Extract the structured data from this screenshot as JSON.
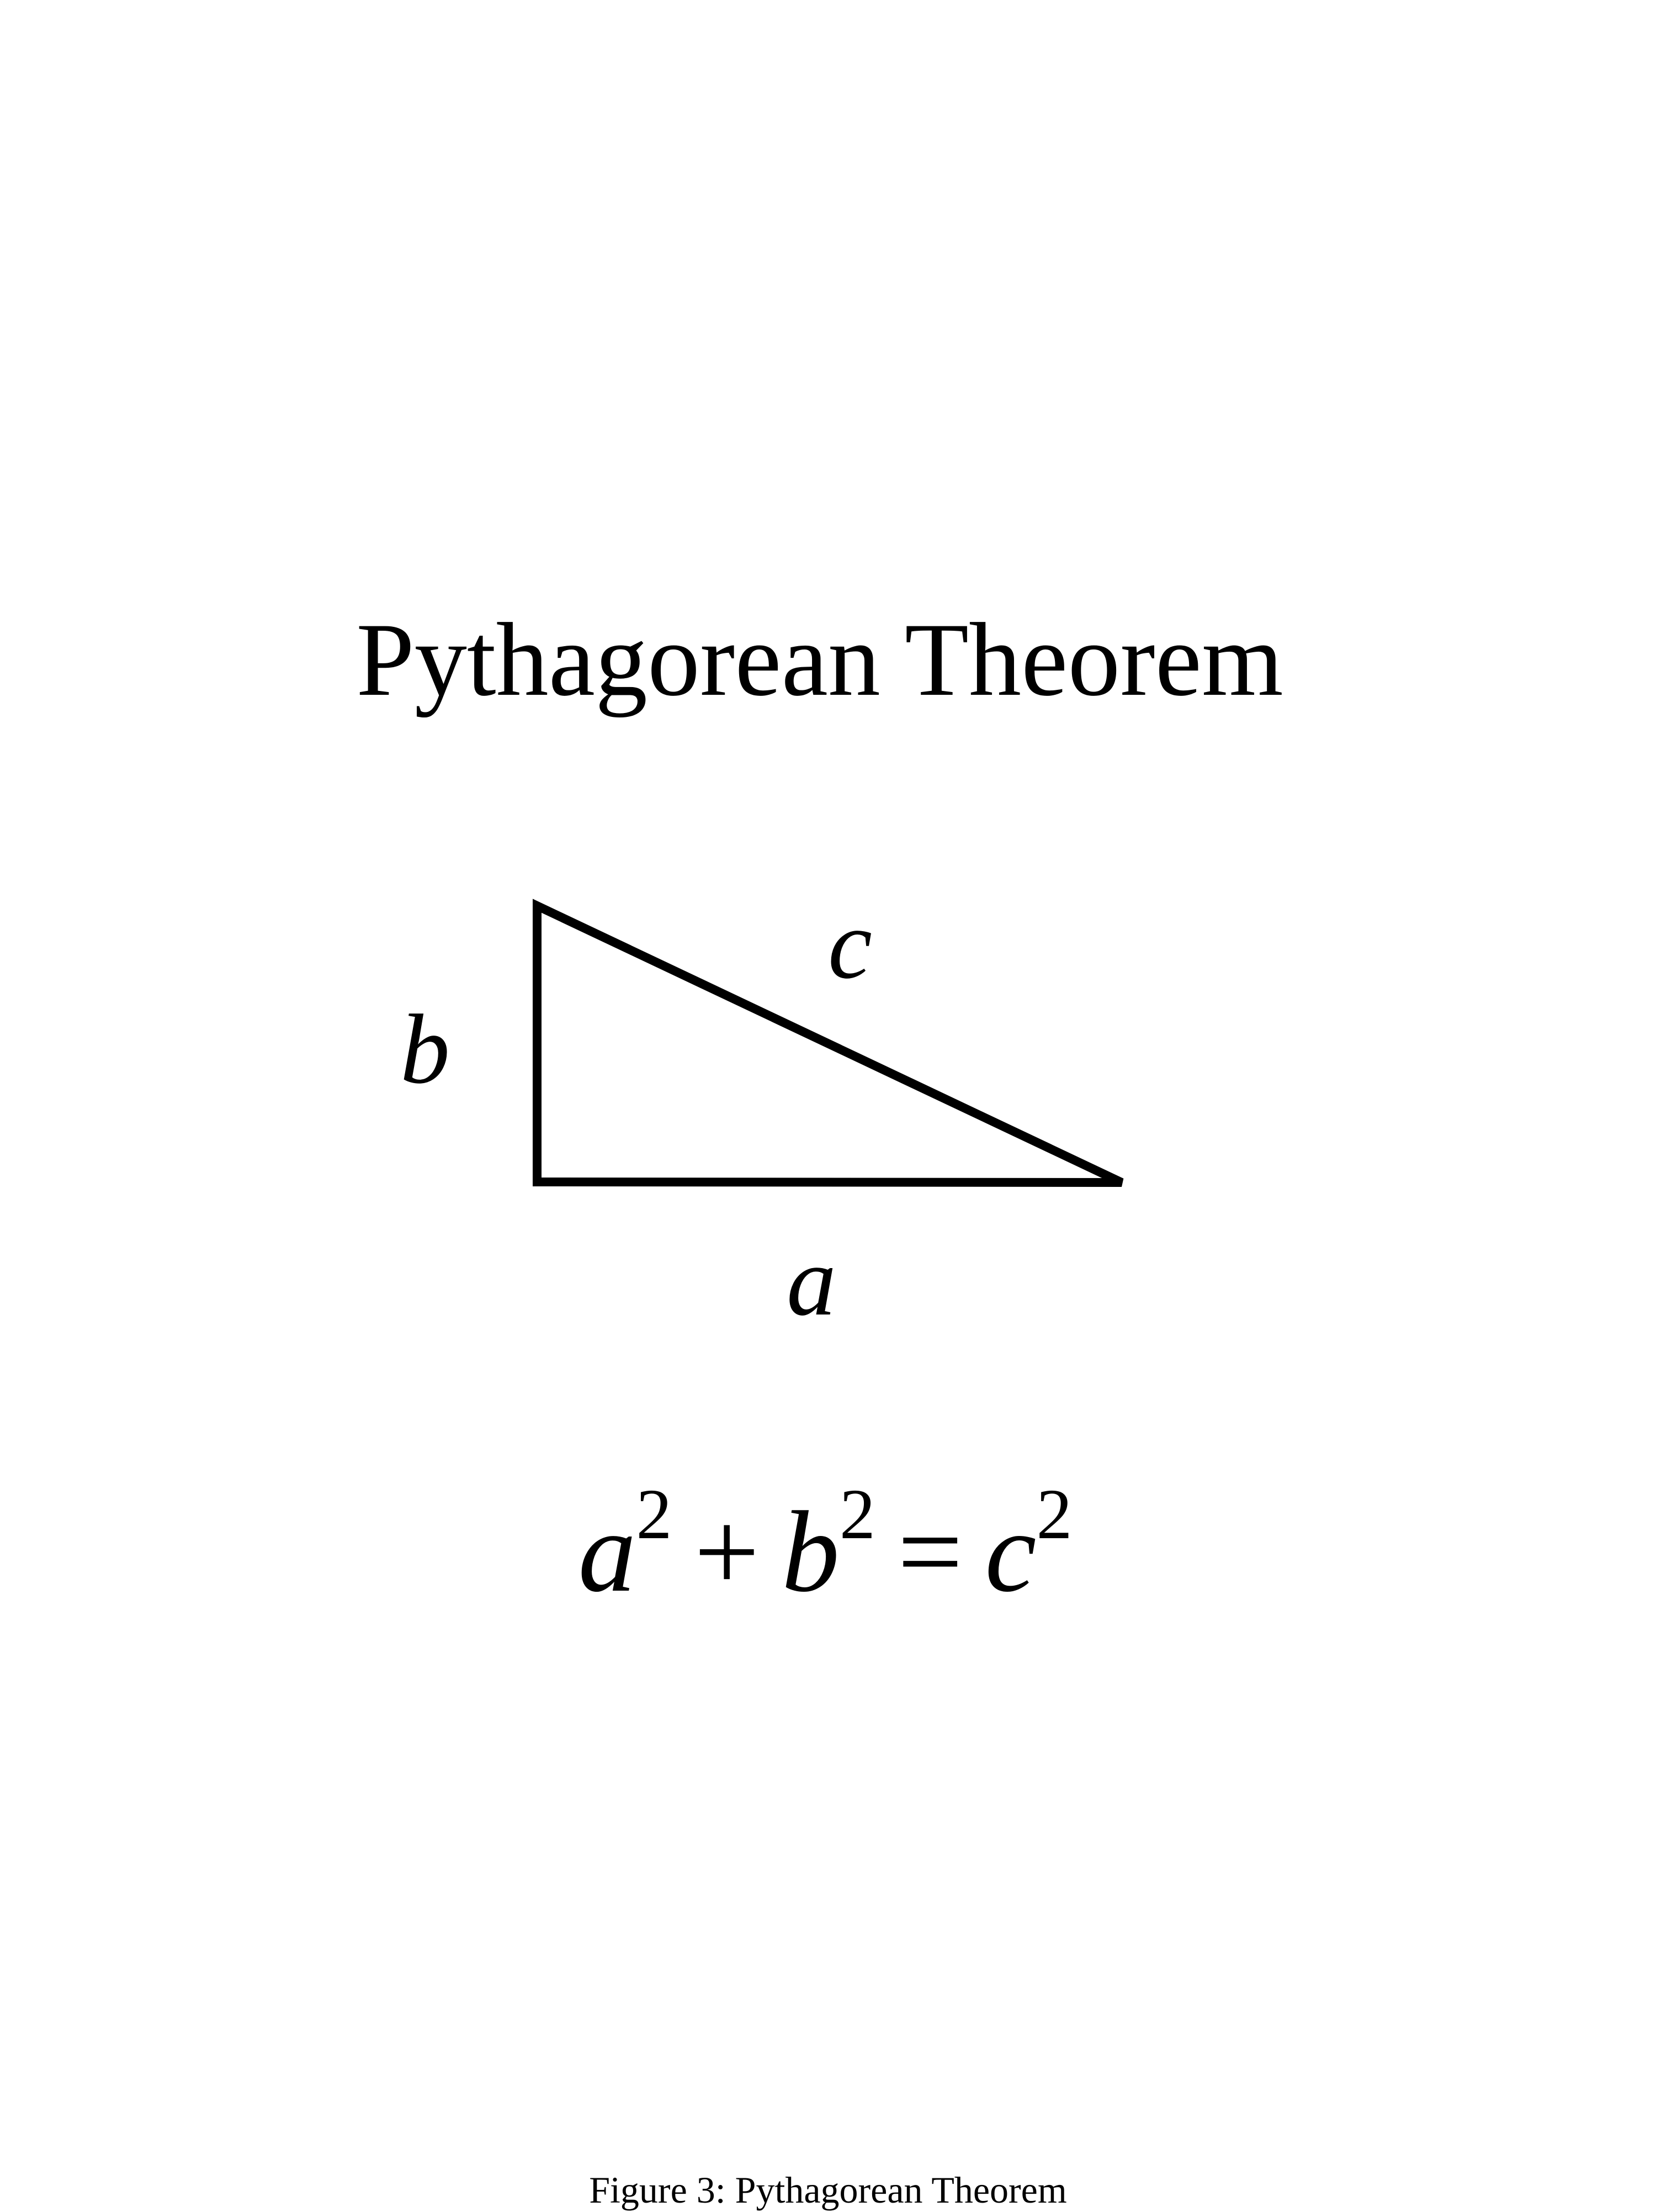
{
  "title": "Pythagorean Theorem",
  "triangle": {
    "labels": {
      "a": "a",
      "b": "b",
      "c": "c"
    },
    "stroke_color": "#000000"
  },
  "equation": {
    "a": "a",
    "a_exp": "2",
    "plus": "+",
    "b": "b",
    "b_exp": "2",
    "equals": "=",
    "c": "c",
    "c_exp": "2"
  },
  "caption": "Figure 3: Pythagorean Theorem"
}
